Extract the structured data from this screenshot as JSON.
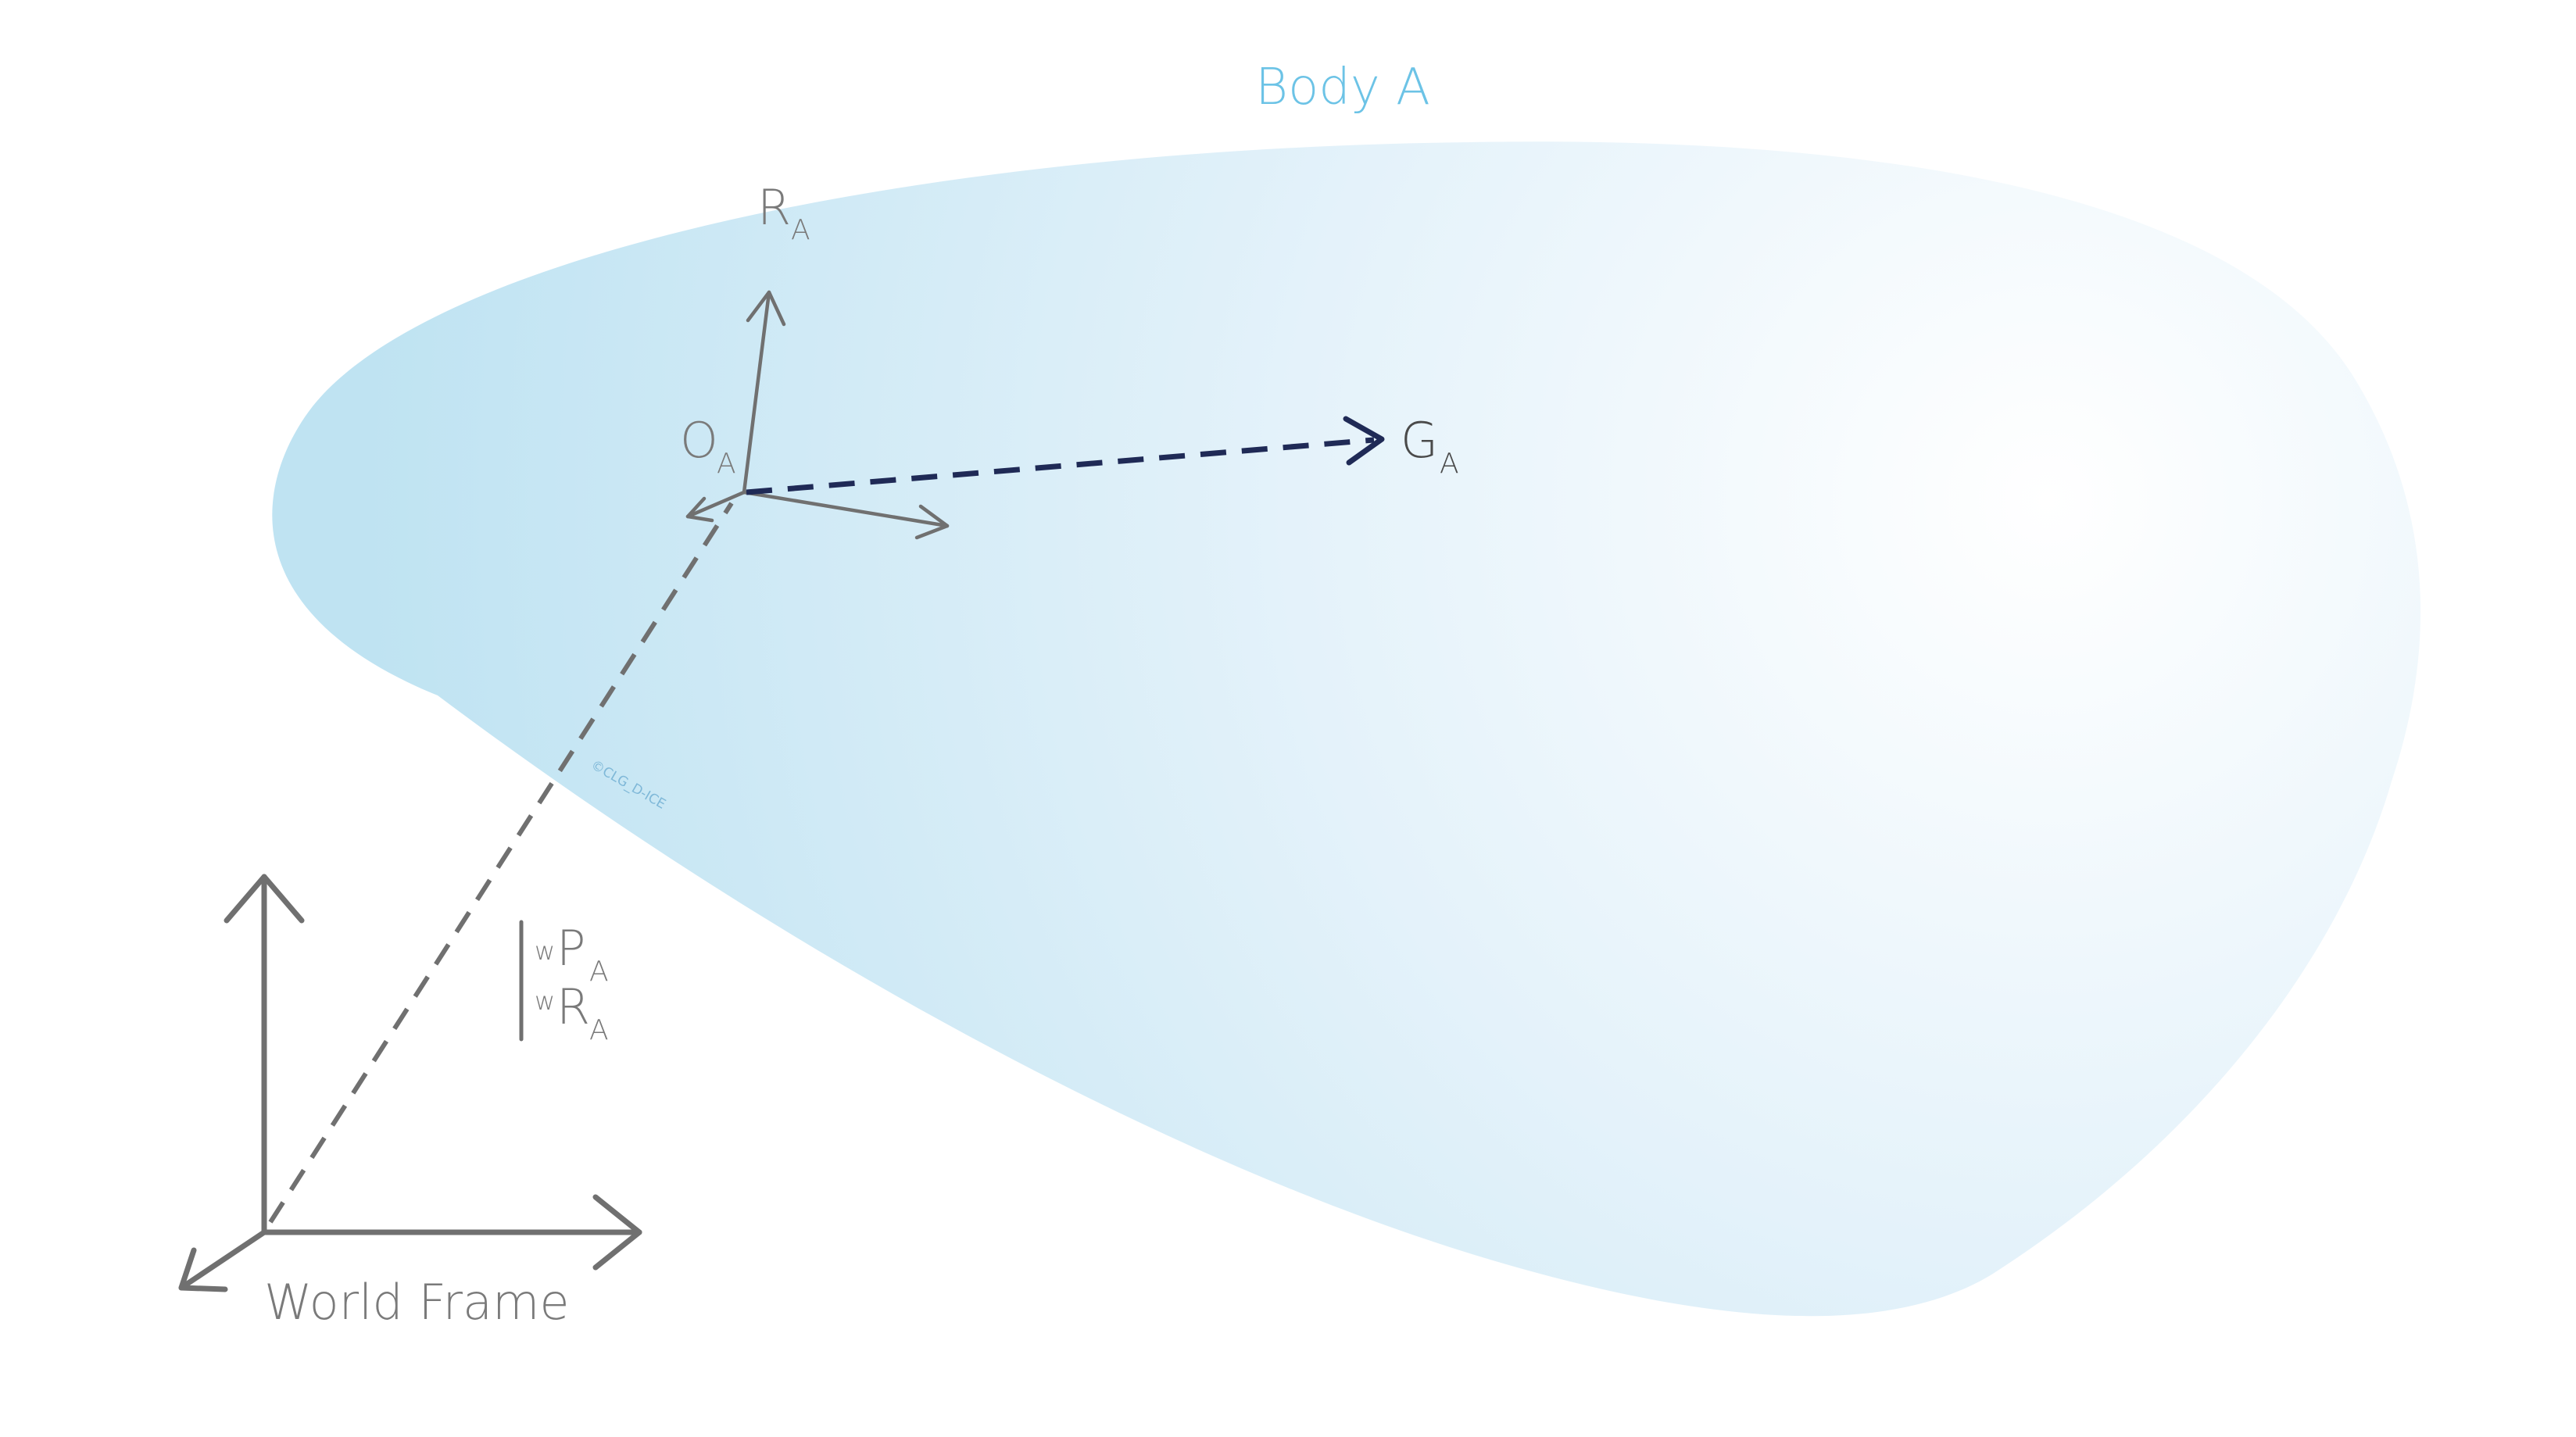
{
  "body": {
    "title": "Body A"
  },
  "frames": {
    "local": {
      "rotation_label": "R",
      "rotation_sub": "A",
      "origin_label": "O",
      "origin_sub": "A"
    },
    "world": {
      "label": "World Frame"
    }
  },
  "centroid": {
    "label": "G",
    "sub": "A"
  },
  "transform": {
    "position": {
      "sup": "w",
      "main": "P",
      "sub": "A"
    },
    "rotation": {
      "sup": "w",
      "main": "R",
      "sub": "A"
    }
  },
  "watermark": "©CLG_D-ICE",
  "colors": {
    "body_fill_light": "#ffffff",
    "body_fill_dark": "#bfe3f2",
    "title": "#6cc3e6",
    "frame_lines": "#707070",
    "centroid_vector": "#1f2a56",
    "text_gray": "#7a7a7a",
    "centroid_text": "#4a4a4a"
  }
}
